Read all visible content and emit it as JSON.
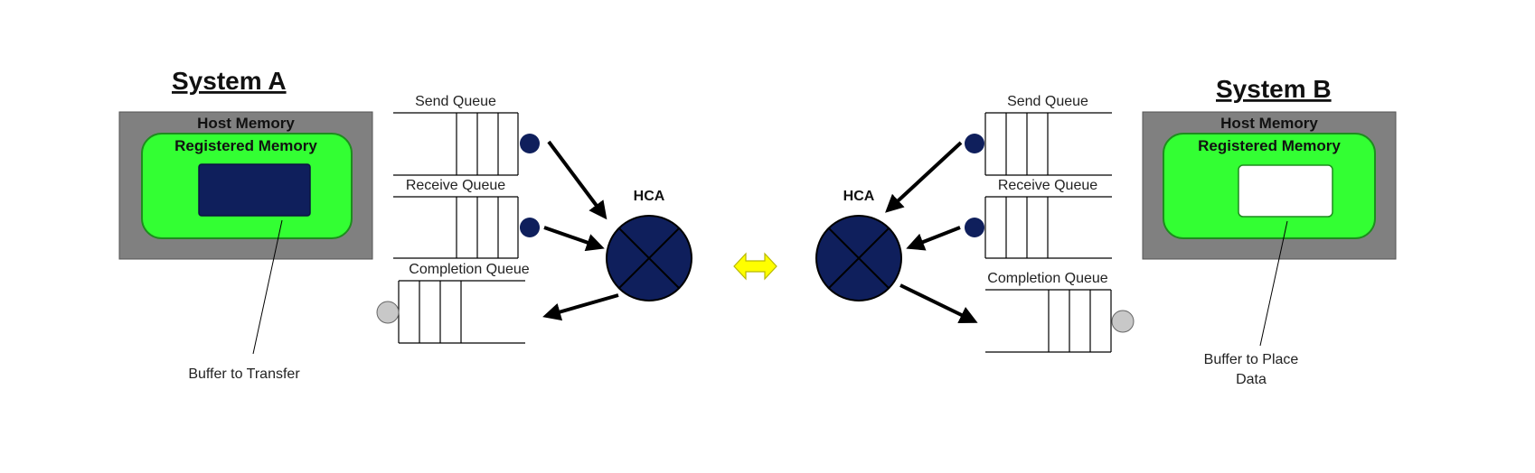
{
  "system_a": {
    "title": "System A",
    "host_memory": "Host Memory",
    "registered_memory": "Registered Memory",
    "buffer_caption": "Buffer to Transfer"
  },
  "system_b": {
    "title": "System B",
    "host_memory": "Host Memory",
    "registered_memory": "Registered Memory",
    "buffer_caption_line1": "Buffer to Place",
    "buffer_caption_line2": "Data"
  },
  "queues": {
    "send": "Send Queue",
    "receive": "Receive Queue",
    "completion": "Completion Queue"
  },
  "hca_label": "HCA",
  "colors": {
    "host_memory": "#808080",
    "registered_memory": "#33ff33",
    "buffer_dark": "#0f1f5c",
    "buffer_empty": "#ffffff",
    "hca_fill": "#0f1f5c",
    "link_arrow": "#ffff00",
    "completion_dot": "#c8c8c8"
  }
}
